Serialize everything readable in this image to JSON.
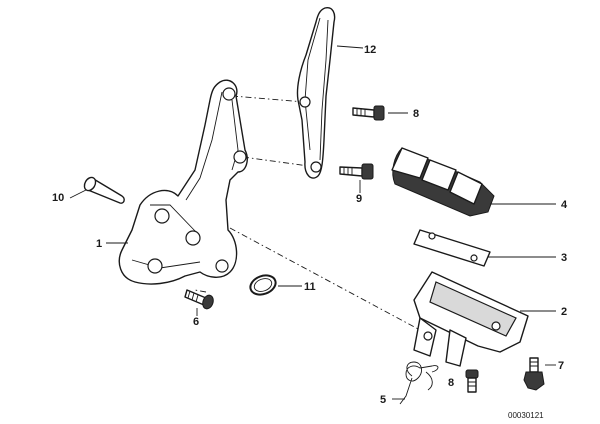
{
  "callouts": {
    "c1": "1",
    "c2": "2",
    "c3": "3",
    "c4": "4",
    "c5": "5",
    "c6": "6",
    "c7": "7",
    "c8a": "8",
    "c8b": "8",
    "c9": "9",
    "c10": "10",
    "c11": "11",
    "c12": "12"
  },
  "reference_number": "00030121"
}
